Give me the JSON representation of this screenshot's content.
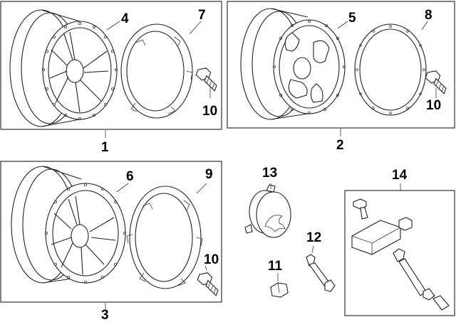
{
  "callouts": {
    "c1": "1",
    "c2": "2",
    "c3": "3",
    "c4": "4",
    "c5": "5",
    "c6": "6",
    "c7": "7",
    "c8": "8",
    "c9": "9",
    "c10a": "10",
    "c10b": "10",
    "c10c": "10",
    "c11": "11",
    "c12": "12",
    "c13": "13",
    "c14": "14"
  }
}
